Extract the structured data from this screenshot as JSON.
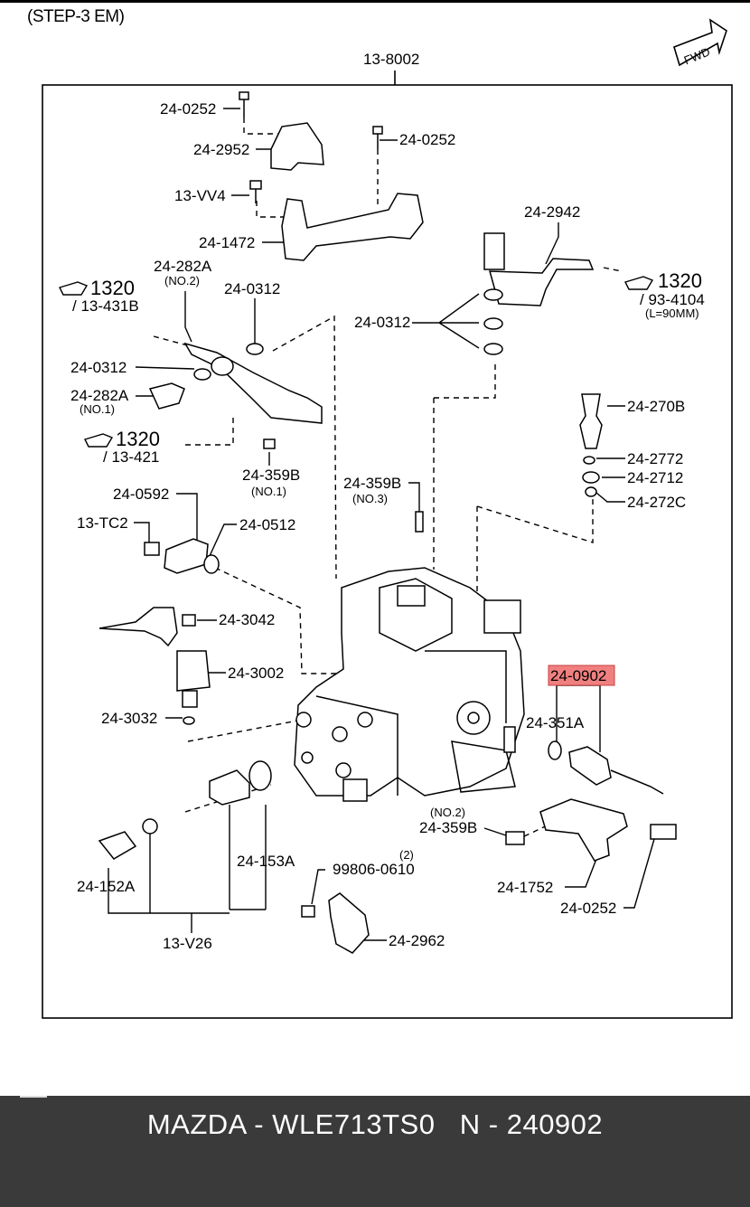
{
  "header": {
    "step": "(STEP-3 EM)",
    "fwd": "FWD"
  },
  "assembly_label": "13-8002",
  "highlight": {
    "part": "24-0902",
    "color": "#f08080"
  },
  "labels": {
    "p1": "24-0252",
    "p2": "24-2952",
    "p3": "24-0252",
    "p4": "13-VV4",
    "p5": "24-1472",
    "p6": "24-2942",
    "p7": "24-282A",
    "p7s": "(NO.2)",
    "p8": "24-0312",
    "p9": "24-0312",
    "p10": "24-0312",
    "p11": "24-282A",
    "p11s": "(NO.1)",
    "p12": "24-359B",
    "p12s": "(NO.1)",
    "p13": "24-270B",
    "p14": "24-2772",
    "p15": "24-2712",
    "p16": "24-272C",
    "p17": "24-359B",
    "p17s": "(NO.3)",
    "p18": "24-0592",
    "p19": "13-TC2",
    "p20": "24-0512",
    "p21": "24-3042",
    "p22": "24-3002",
    "p23": "24-3032",
    "p24": "24-351A",
    "p25": "24-359B",
    "p25s": "(NO.2)",
    "p26": "24-153A",
    "p27": "99806-0610",
    "p27s": "(2)",
    "p28": "24-1752",
    "p29": "24-152A",
    "p30": "24-0252",
    "p31": "13-V26",
    "p32": "24-2962"
  },
  "refs": {
    "r1": "1320",
    "r1s": "/ 13-431B",
    "r2": "1320",
    "r2s": "/ 93-4104",
    "r2t": "(L=90MM)",
    "r3": "1320",
    "r3s": "/ 13-421"
  },
  "footer": {
    "text": "MAZDA - WLE713TS0   N - 240902"
  }
}
